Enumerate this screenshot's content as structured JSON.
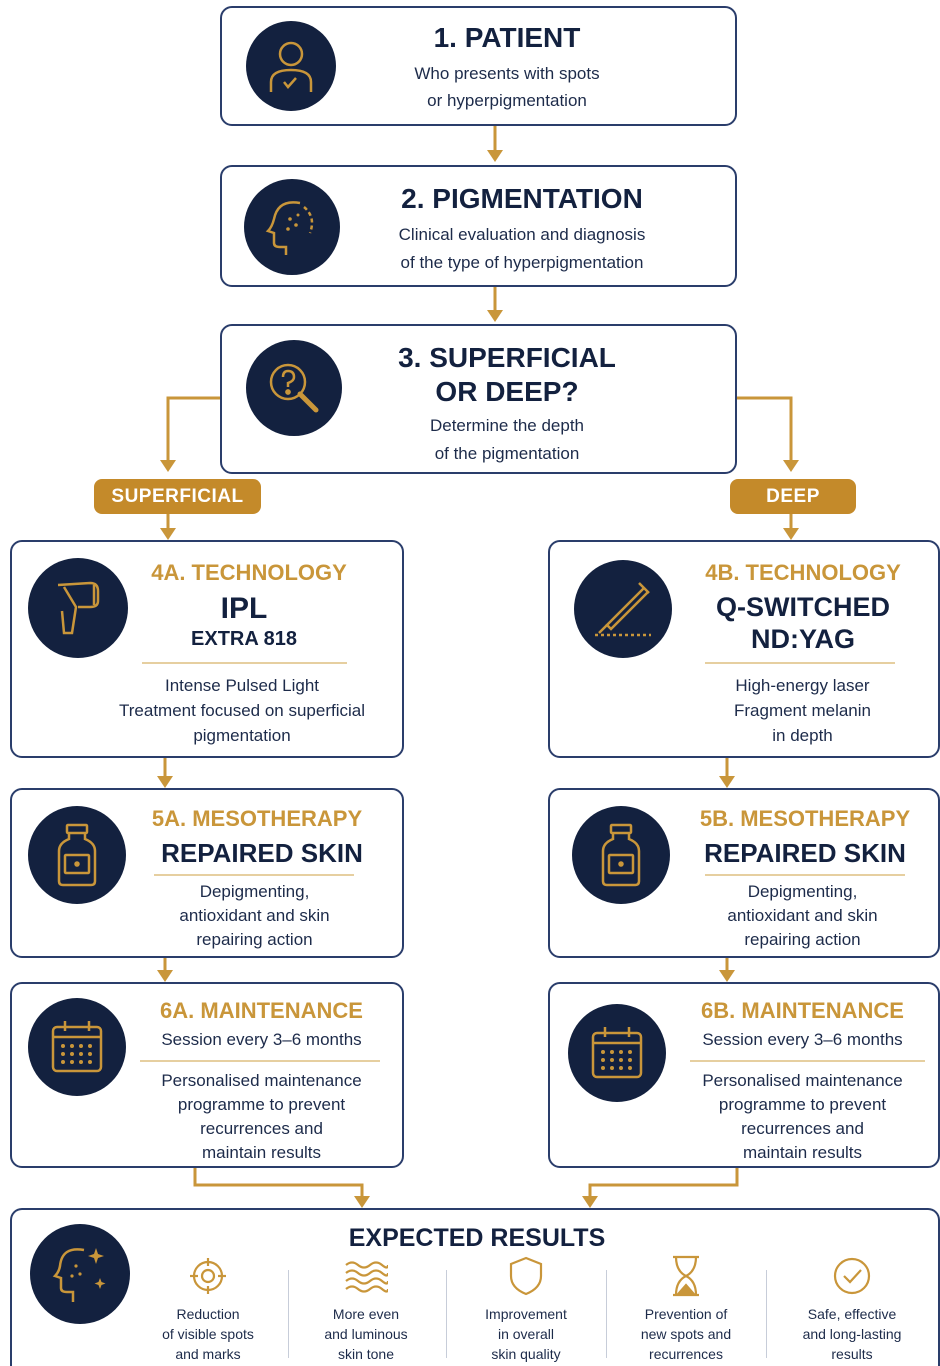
{
  "colors": {
    "navy": "#13213f",
    "gold": "#c9963a",
    "pill": "#c48a2a"
  },
  "step1": {
    "title": "1. PATIENT",
    "desc1": "Who presents with spots",
    "desc2": "or hyperpigmentation",
    "icon": "person-icon"
  },
  "step2": {
    "title": "2. PIGMENTATION",
    "desc1": "Clinical evaluation and diagnosis",
    "desc2": "of the type of hyperpigmentation",
    "icon": "head-profile-icon"
  },
  "step3": {
    "title1": "3. SUPERFICIAL",
    "title2": "OR DEEP?",
    "desc1": "Determine the depth",
    "desc2": "of the pigmentation",
    "icon": "magnifier-question-icon"
  },
  "branches": {
    "left": "SUPERFICIAL",
    "right": "DEEP"
  },
  "step4a": {
    "label": "4A. TECHNOLOGY",
    "title": "IPL",
    "subtitle": "EXTRA 818",
    "desc1": "Intense Pulsed Light",
    "desc2": "Treatment focused on superficial",
    "desc3": "pigmentation",
    "icon": "ipl-handpiece-icon"
  },
  "step4b": {
    "label": "4B. TECHNOLOGY",
    "title1": "Q-SWITCHED",
    "title2": "ND:YAG",
    "desc1": "High-energy laser",
    "desc2": "Fragment melanin",
    "desc3": "in depth",
    "icon": "laser-pen-icon"
  },
  "step5a": {
    "label": "5A. MESOTHERAPY",
    "title": "REPAIRED SKIN",
    "desc1": "Depigmenting,",
    "desc2": "antioxidant and skin",
    "desc3": "repairing action",
    "icon": "vial-icon"
  },
  "step5b": {
    "label": "5B. MESOTHERAPY",
    "title": "REPAIRED SKIN",
    "desc1": "Depigmenting,",
    "desc2": "antioxidant and skin",
    "desc3": "repairing action",
    "icon": "vial-icon"
  },
  "step6a": {
    "label": "6A. MAINTENANCE",
    "session": "Session every 3–6 months",
    "desc1": "Personalised maintenance",
    "desc2": "programme to prevent",
    "desc3": "recurrences and",
    "desc4": "maintain results",
    "icon": "calendar-icon"
  },
  "step6b": {
    "label": "6B. MAINTENANCE",
    "session": "Session every 3–6 months",
    "desc1": "Personalised maintenance",
    "desc2": "programme to prevent",
    "desc3": "recurrences and",
    "desc4": "maintain results",
    "icon": "calendar-icon"
  },
  "results": {
    "title": "EXPECTED RESULTS",
    "icon": "face-sparkle-icon",
    "items": [
      {
        "l1": "Reduction",
        "l2": "of visible spots",
        "l3": "and marks",
        "icon": "target-icon"
      },
      {
        "l1": "More even",
        "l2": "and luminous",
        "l3": "skin tone",
        "icon": "waves-icon"
      },
      {
        "l1": "Improvement",
        "l2": "in overall",
        "l3": "skin quality",
        "icon": "shield-icon"
      },
      {
        "l1": "Prevention of",
        "l2": "new spots and",
        "l3": "recurrences",
        "icon": "hourglass-icon"
      },
      {
        "l1": "Safe, effective",
        "l2": "and long-lasting",
        "l3": "results",
        "icon": "check-circle-icon"
      }
    ]
  }
}
